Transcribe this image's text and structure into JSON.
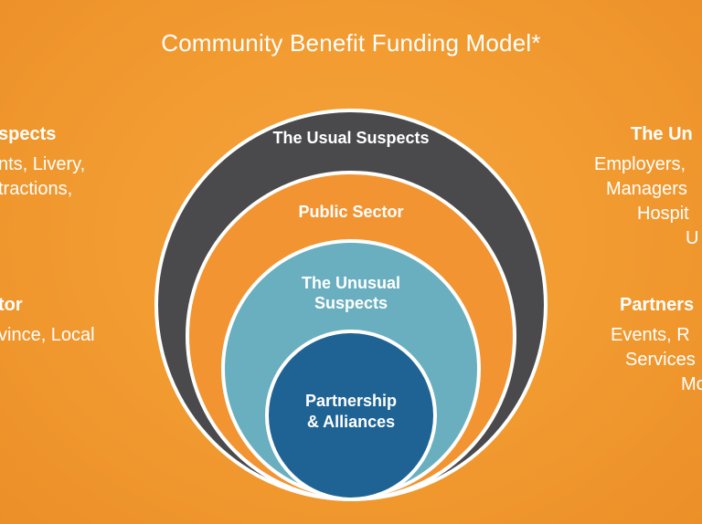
{
  "title": "Community Benefit Funding Model*",
  "diagram": {
    "rings": [
      {
        "lines": [
          "The Usual Suspects"
        ],
        "color": "#4a4a4d"
      },
      {
        "lines": [
          "Public Sector"
        ],
        "color": "#f29432"
      },
      {
        "lines": [
          "The Unusual",
          "Suspects"
        ],
        "color": "#6aafbf"
      },
      {
        "lines": [
          "Partnership",
          "& Alliances"
        ],
        "color": "#1f6394"
      }
    ]
  },
  "left_panels": [
    {
      "heading": "spects",
      "lines": [
        "nts, Livery,",
        "tractions,"
      ]
    },
    {
      "heading": "tor",
      "lines": [
        "vince, Local"
      ]
    }
  ],
  "right_panels": [
    {
      "heading": "The Un",
      "lines": [
        "Employers,",
        "Managers",
        "Hospit",
        "U"
      ]
    },
    {
      "heading": "Partners",
      "lines": [
        "Events, R",
        "Services",
        "Mo"
      ]
    }
  ]
}
